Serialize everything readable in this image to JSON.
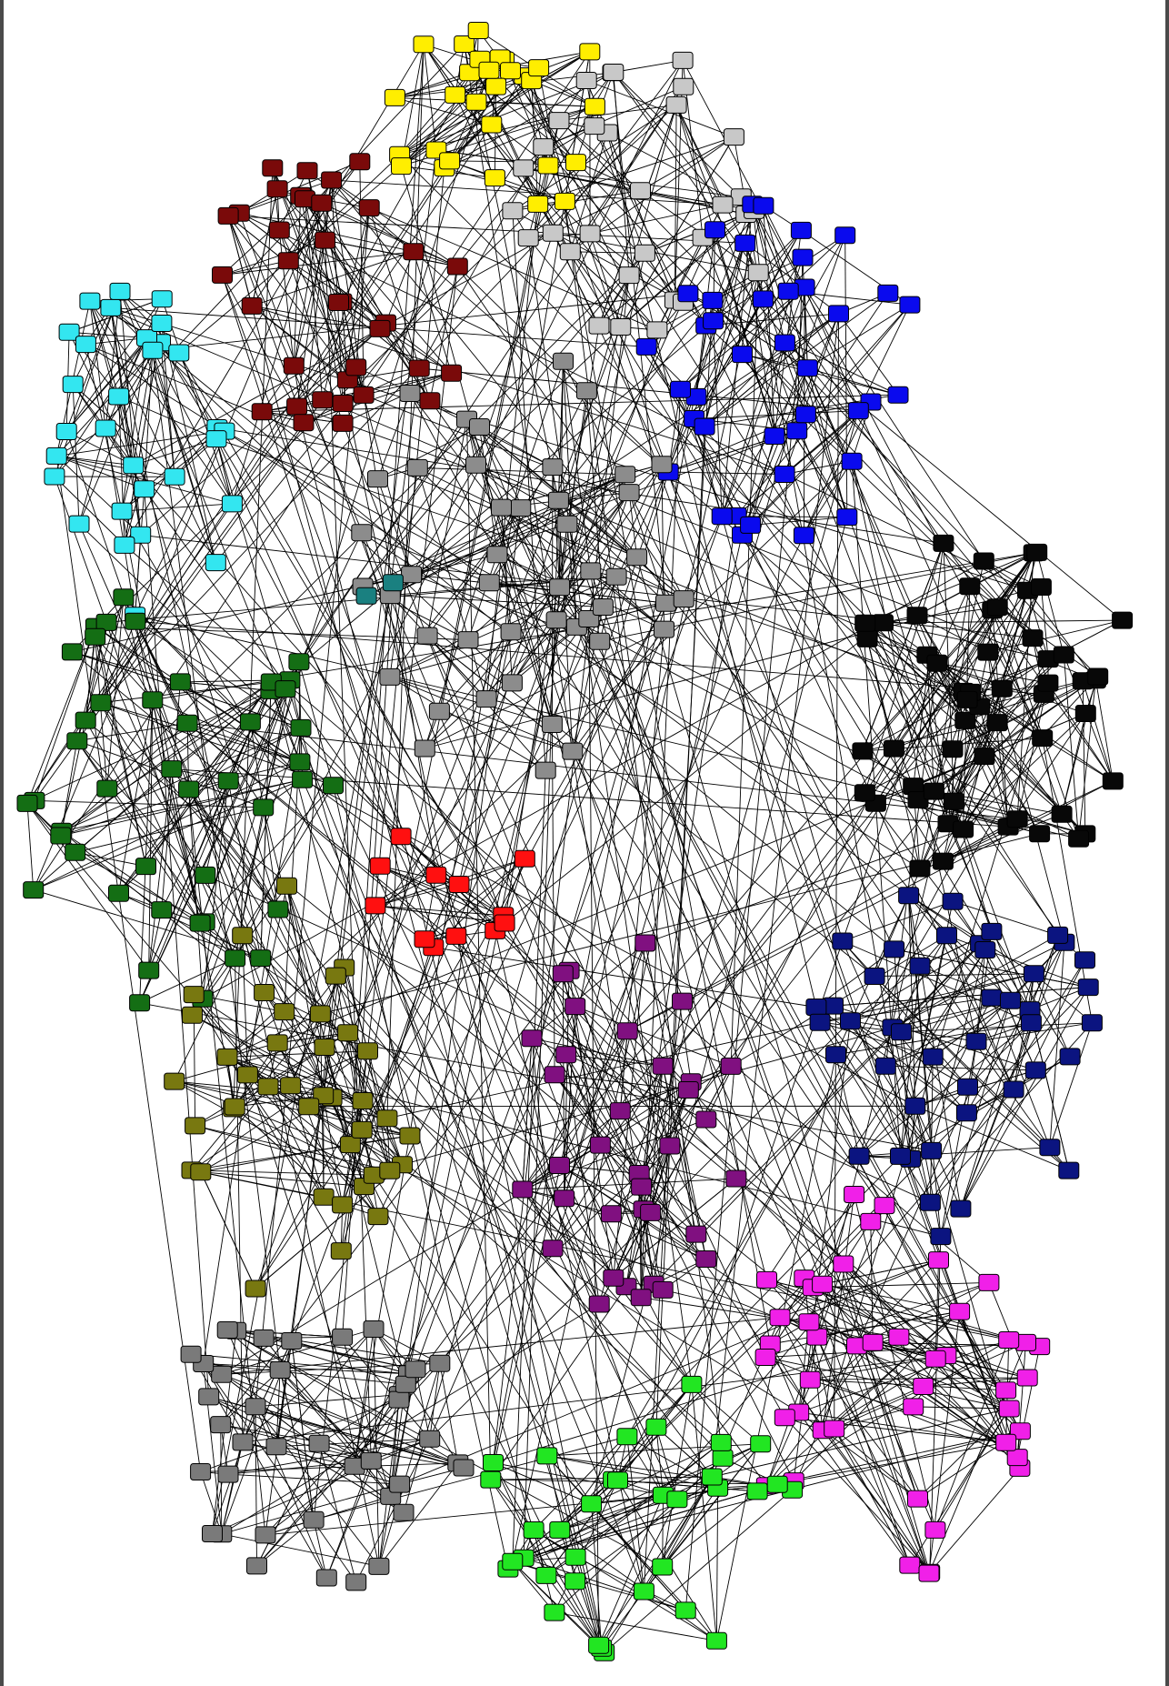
{
  "graph": {
    "type": "network",
    "node_shape": "rounded-square",
    "edge_style": "directed-arrows",
    "edge_color": "#000000",
    "background": "#ffffff",
    "frame_color": "#4a4a4a",
    "clusters": [
      {
        "name": "yellow",
        "color": "#ffee00",
        "node_count": 30
      },
      {
        "name": "light-gray",
        "color": "#c8c8c8",
        "node_count": 30
      },
      {
        "name": "maroon",
        "color": "#7a0a0a",
        "node_count": 35
      },
      {
        "name": "blue",
        "color": "#0a0aee",
        "node_count": 40
      },
      {
        "name": "cyan",
        "color": "#33e6f0",
        "node_count": 30
      },
      {
        "name": "gray",
        "color": "#8c8c8c",
        "node_count": 45
      },
      {
        "name": "teal",
        "color": "#1a8080",
        "node_count": 2
      },
      {
        "name": "black",
        "color": "#080808",
        "node_count": 55
      },
      {
        "name": "dark-green",
        "color": "#146e14",
        "node_count": 45
      },
      {
        "name": "red",
        "color": "#ff1010",
        "node_count": 12
      },
      {
        "name": "navy",
        "color": "#0b1480",
        "node_count": 45
      },
      {
        "name": "olive",
        "color": "#787810",
        "node_count": 40
      },
      {
        "name": "purple",
        "color": "#801080",
        "node_count": 35
      },
      {
        "name": "magenta",
        "color": "#f020e8",
        "node_count": 45
      },
      {
        "name": "slate-gray",
        "color": "#7a7a7a",
        "node_count": 40
      },
      {
        "name": "green",
        "color": "#22e622",
        "node_count": 35
      }
    ]
  }
}
